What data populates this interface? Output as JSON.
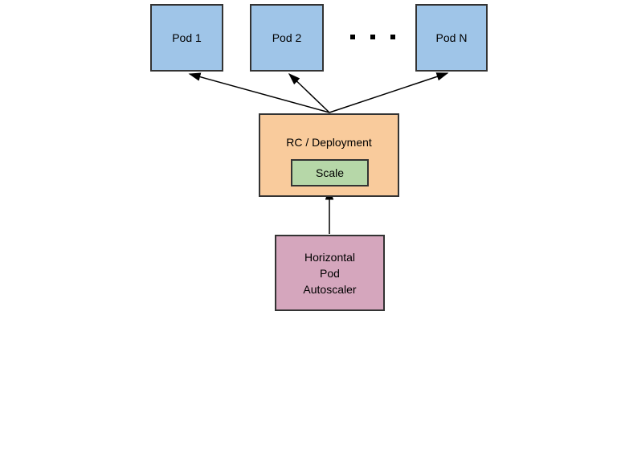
{
  "pods": [
    {
      "label": "Pod 1"
    },
    {
      "label": "Pod 2"
    },
    {
      "label": "Pod N"
    }
  ],
  "icons": {
    "ellipsis": "square-ellipsis-dots"
  },
  "controller": {
    "label": "RC / Deployment",
    "scale_label": "Scale"
  },
  "autoscaler": {
    "lines": [
      "Horizontal",
      "Pod",
      "Autoscaler"
    ]
  },
  "colors": {
    "pod_fill": "#9fc5e8",
    "rc_fill": "#f9cb9c",
    "scale_fill": "#b6d7a8",
    "hpa_fill": "#d5a6bd",
    "border": "#333333",
    "arrow": "#000000",
    "text": "#000000"
  }
}
